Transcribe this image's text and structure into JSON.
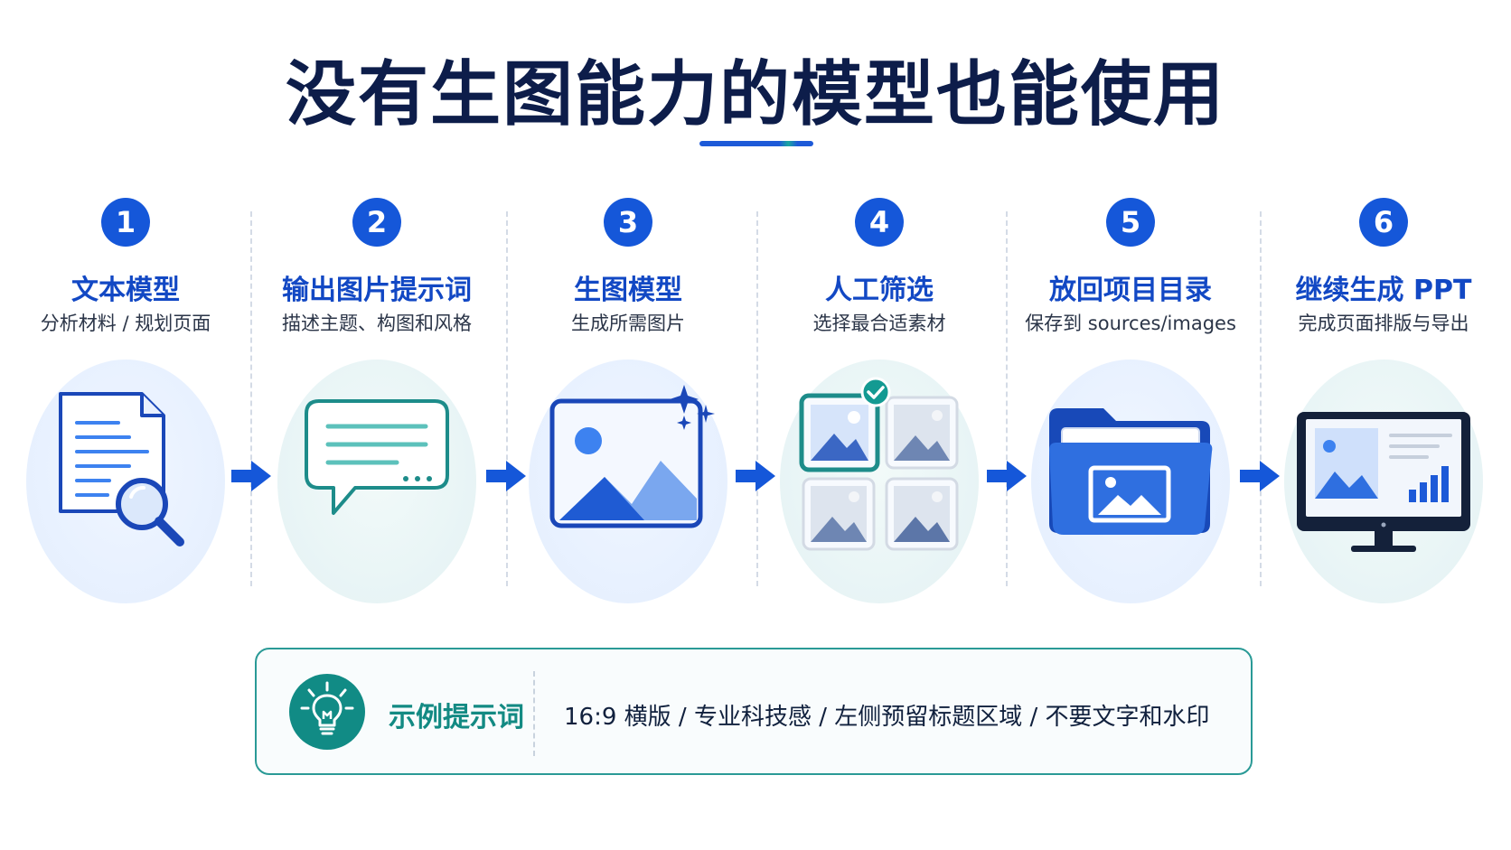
{
  "title": "没有生图能力的模型也能使用",
  "steps": [
    {
      "number": "1",
      "title": "文本模型",
      "subtitle": "分析材料 / 规划页面",
      "icon": "document-search-icon"
    },
    {
      "number": "2",
      "title": "输出图片提示词",
      "subtitle": "描述主题、构图和风格",
      "icon": "chat-bubble-icon"
    },
    {
      "number": "3",
      "title": "生图模型",
      "subtitle": "生成所需图片",
      "icon": "image-sparkle-icon"
    },
    {
      "number": "4",
      "title": "人工筛选",
      "subtitle": "选择最合适素材",
      "icon": "image-grid-select-icon"
    },
    {
      "number": "5",
      "title": "放回项目目录",
      "subtitle": "保存到 sources/images",
      "icon": "folder-image-icon"
    },
    {
      "number": "6",
      "title": "继续生成 PPT",
      "subtitle": "完成页面排版与导出",
      "icon": "monitor-chart-icon"
    }
  ],
  "prompt_example": {
    "label": "示例提示词",
    "text": "16:9  横版  /  专业科技感  /  左侧预留标题区域  /  不要文字和水印",
    "icon": "lightbulb-icon"
  },
  "colors": {
    "primary": "#1557d9",
    "teal": "#138a83",
    "title": "#0d1d4a"
  }
}
